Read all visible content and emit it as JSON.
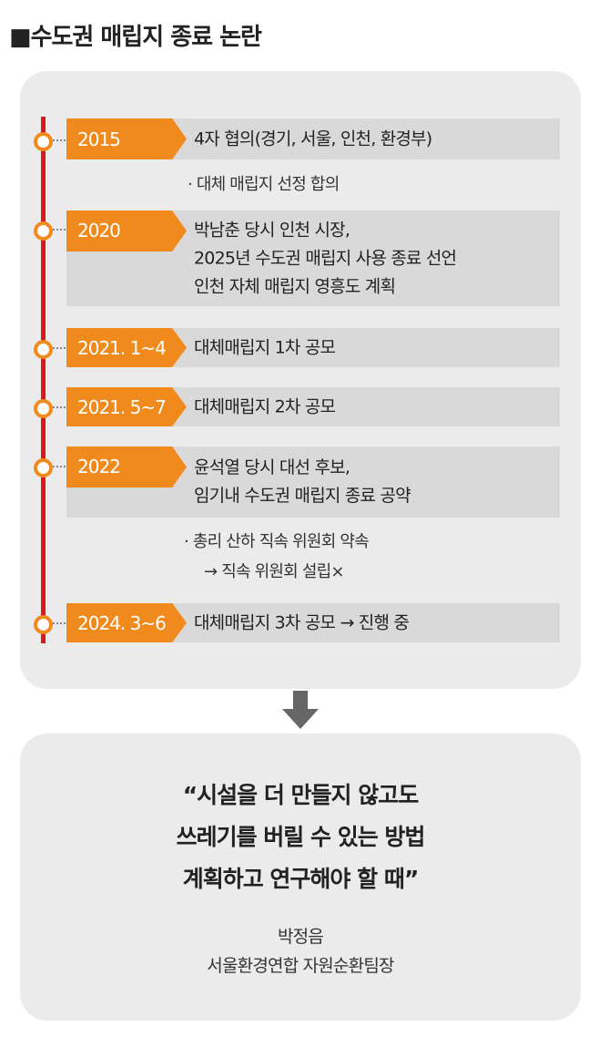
{
  "title": "■수도권 매립지 종료 논란",
  "timeline": [
    {
      "year": "2015",
      "lines": [
        "4자 협의(경기, 서울, 인천, 환경부)"
      ],
      "notes": [
        "· 대체 매립지 선정 합의"
      ]
    },
    {
      "year": "2020",
      "lines": [
        "박남춘 당시 인천 시장,",
        "2025년 수도권 매립지 사용 종료 선언",
        "인천 자체 매립지 영흥도 계획"
      ]
    },
    {
      "year": "2021. 1~4",
      "lines": [
        "대체매립지 1차 공모"
      ]
    },
    {
      "year": "2021. 5~7",
      "lines": [
        "대체매립지 2차 공모"
      ]
    },
    {
      "year": "2022",
      "lines": [
        "윤석열 당시 대선 후보,",
        "임기내 수도권 매립지 종료 공약"
      ],
      "notes": [
        "· 총리 산하 직속 위원회 약속",
        "→ 직속 위원회 설립×"
      ]
    },
    {
      "year": "2024. 3~6",
      "lines": [
        "대체매립지 3차 공모 → 진행 중"
      ]
    }
  ],
  "quote": {
    "lines": [
      "“시설을 더 만들지 않고도",
      "쓰레기를 버릴 수 있는 방법",
      "계획하고 연구해야 할 때”"
    ],
    "name": "박정음",
    "role": "서울환경연합 자원순환팀장"
  },
  "colors": {
    "orange": "#f08a1c",
    "red": "#e0161b",
    "panel": "#ebebeb"
  }
}
